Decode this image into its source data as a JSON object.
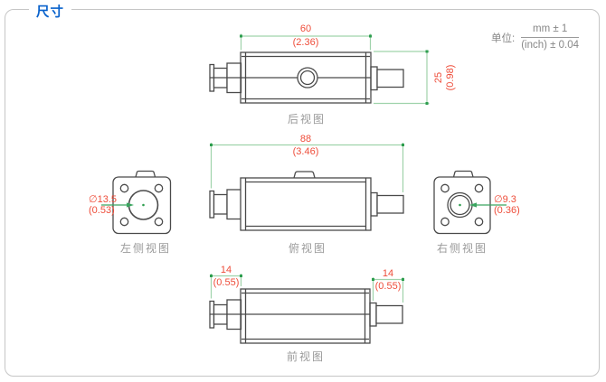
{
  "header": {
    "title": "尺寸"
  },
  "units": {
    "label": "单位:",
    "numerator": "mm ± 1",
    "denominator": "(inch) ± 0.04"
  },
  "views": {
    "rear": {
      "label": "后视图",
      "width_mm": "60",
      "width_inch": "(2.36)",
      "height_mm": "25",
      "height_inch": "(0.98)"
    },
    "top": {
      "label": "俯视图",
      "length_mm": "88",
      "length_inch": "(3.46)"
    },
    "left": {
      "label": "左侧视图",
      "diameter_mm": "∅13.5",
      "diameter_inch": "(0.53)"
    },
    "right": {
      "label": "右侧视图",
      "diameter_mm": "∅9.3",
      "diameter_inch": "(0.36)"
    },
    "front": {
      "label": "前视图",
      "left_len_mm": "14",
      "left_len_inch": "(0.55)",
      "right_len_mm": "14",
      "right_len_inch": "(0.55)"
    }
  },
  "colors": {
    "title_blue": "#0962cc",
    "dimension_text_red": "#ee4d3a",
    "dimension_line_green": "#9fd3ab",
    "dimension_tick_green": "#2e9e4f",
    "outline_gray": "#4a4a4a",
    "label_gray": "#9a9a9a",
    "frame_gray": "#c6c6c6"
  }
}
